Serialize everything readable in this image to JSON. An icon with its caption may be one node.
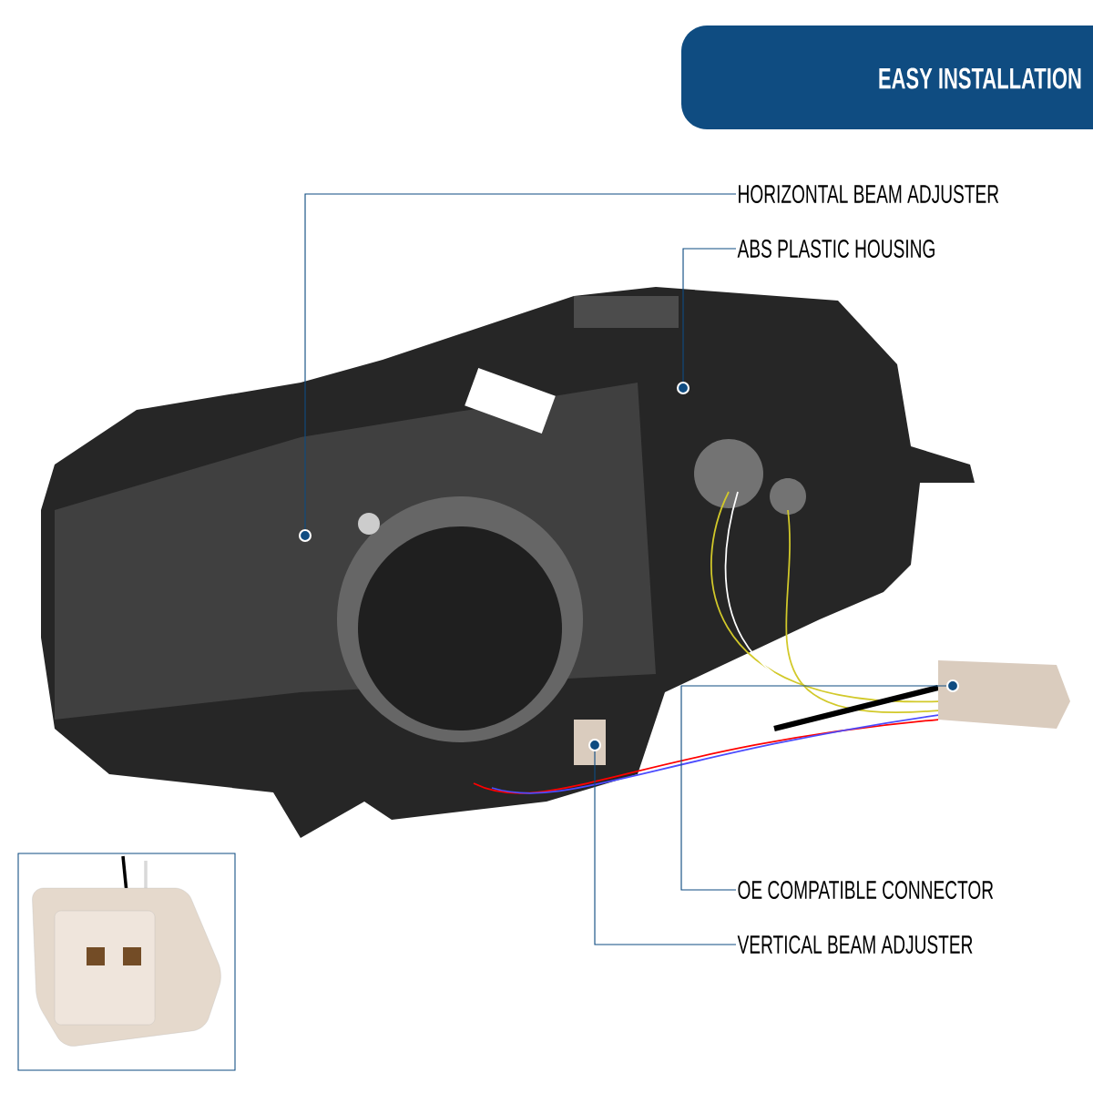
{
  "diagram": {
    "title": "EASY INSTALLATION",
    "nodes": [
      {
        "text": [
          "HORIZONTAL BEAM ADJUSTER"
        ]
      },
      {
        "text": [
          "ABS PLASTIC HOUSING"
        ]
      },
      {
        "text": [
          "OE COMPATIBLE CONNECTOR"
        ]
      },
      {
        "text": [
          "VERTICAL BEAM ADJUSTER"
        ]
      },
      {
        "text": [],
        "shape": "circle"
      },
      {
        "text": [],
        "shape": "circle"
      },
      {
        "text": [],
        "shape": "circle"
      },
      {
        "text": [],
        "shape": "circle"
      }
    ],
    "edges": [
      {
        "from": 0,
        "to": 4,
        "arrow": "none"
      },
      {
        "from": 1,
        "to": 5,
        "arrow": "none"
      },
      {
        "from": 2,
        "to": 6,
        "arrow": "none"
      },
      {
        "from": 3,
        "to": 7,
        "arrow": "none"
      }
    ]
  }
}
